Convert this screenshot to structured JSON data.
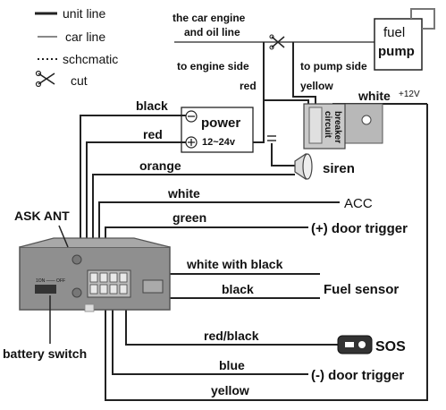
{
  "legend": {
    "unit_line": "unit line",
    "car_line": "car line",
    "schematic": "schcmatic",
    "cut": "cut"
  },
  "labels": {
    "car_engine_line": "the car engine",
    "oil_line": "and oil line",
    "to_engine_side": "to engine side",
    "to_pump_side": "to pump side",
    "red_top": "red",
    "yellow_top": "yellow",
    "white_12v": "white",
    "plus_12v": "+12V",
    "fuel": "fuel",
    "pump": "pump",
    "circuit": "circuit",
    "breaker": "breaker",
    "black": "black",
    "red": "red",
    "power": "power",
    "power_range": "12~24v",
    "orange": "orange",
    "siren": "siren",
    "white": "white",
    "acc": "ACC",
    "ask_ant": "ASK ANT",
    "green": "green",
    "door_trigger_pos": "(+) door trigger",
    "white_with_black": "white with black",
    "black_lower": "black",
    "fuel_sensor": "Fuel sensor",
    "red_black": "red/black",
    "sos": "SOS",
    "battery_switch": "battery switch",
    "blue": "blue",
    "door_trigger_neg": "(-) door trigger",
    "yellow": "yellow",
    "on_off": "1ON —— OFF",
    "minus_sign": "⊖",
    "plus_sign": "⊕"
  },
  "colors": {
    "line": "#222222",
    "car_line": "#777777",
    "device_gray": "#9a9a9a",
    "connector_red": "#e05050"
  }
}
